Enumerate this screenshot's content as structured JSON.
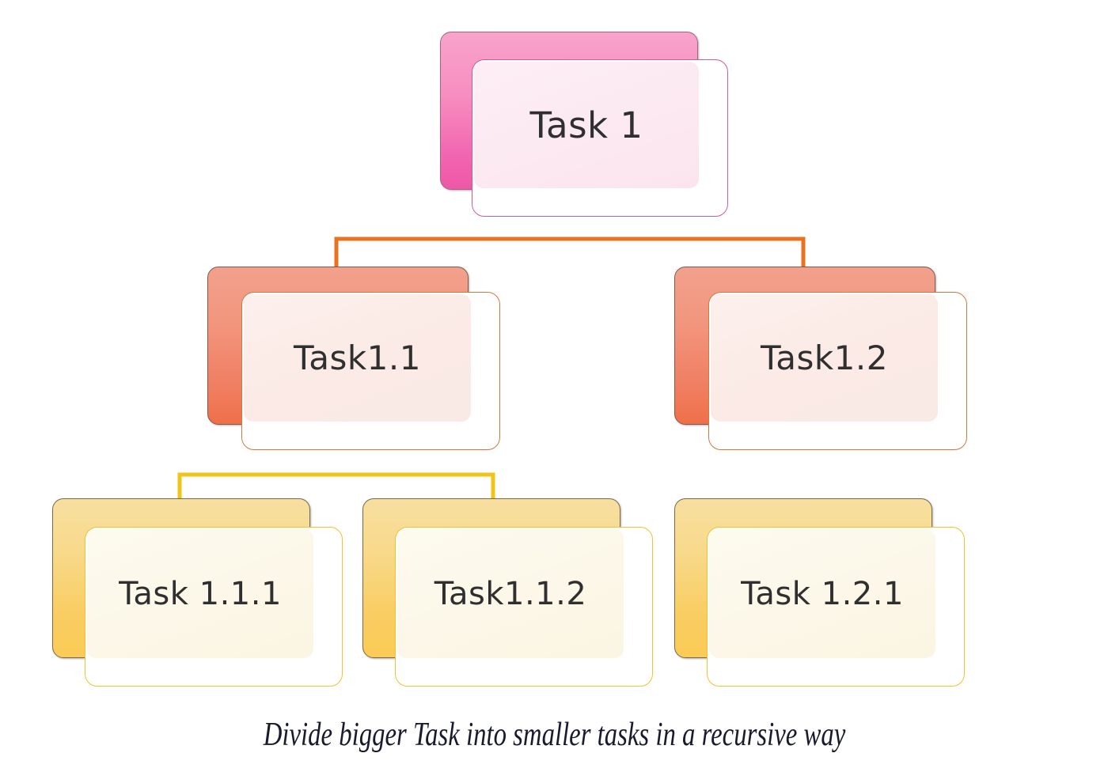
{
  "diagram": {
    "title_text": "Divide bigger Task into smaller tasks in a recursive way",
    "type": "tree-hierarchy",
    "background_color": "#ffffff",
    "levels": [
      {
        "level": 1,
        "accent_color": "#f266b0",
        "connector_color": "#e8721f",
        "nodes": [
          {
            "id": "task1",
            "label": "Task 1"
          }
        ]
      },
      {
        "level": 2,
        "accent_color": "#ef7049",
        "connector_color": "#f0c419",
        "nodes": [
          {
            "id": "task1_1",
            "label": "Task1.1"
          },
          {
            "id": "task1_2",
            "label": "Task1.2"
          }
        ]
      },
      {
        "level": 3,
        "accent_color": "#facb55",
        "connector_color": "#f0c419",
        "nodes": [
          {
            "id": "task1_1_1",
            "label": "Task 1.1.1"
          },
          {
            "id": "task1_1_2",
            "label": "Task1.1.2"
          },
          {
            "id": "task1_2_1",
            "label": "Task 1.2.1"
          }
        ]
      }
    ],
    "edges": [
      {
        "from": "task1",
        "to": "task1_1"
      },
      {
        "from": "task1",
        "to": "task1_2"
      },
      {
        "from": "task1_1",
        "to": "task1_1_1"
      },
      {
        "from": "task1_1",
        "to": "task1_1_2"
      },
      {
        "from": "task1_2",
        "to": "task1_2_1"
      }
    ]
  }
}
